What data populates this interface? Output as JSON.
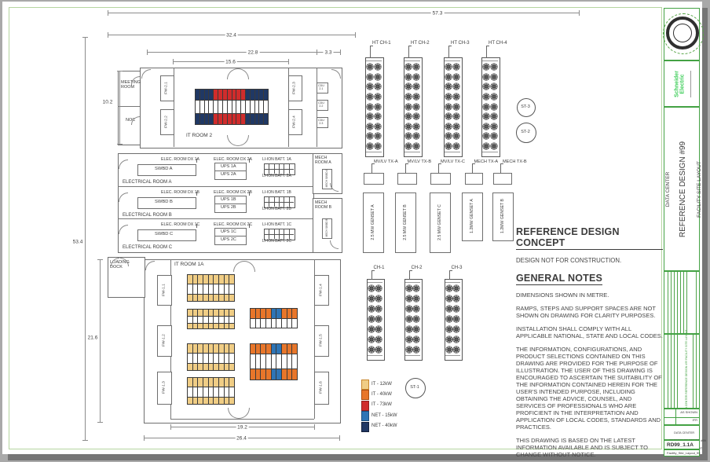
{
  "colors": {
    "sheet_border_green": "#b5d5a0",
    "titleblock_green": "#44a244",
    "brand_green": "#3dcd58",
    "wall_grey": "#6e6e6e",
    "rack_tan": "#f0cd85",
    "rack_orange": "#e8762a",
    "rack_red": "#d02c2c",
    "rack_blue": "#2e75b6",
    "rack_navy": "#203864",
    "rack_white": "#ffffff"
  },
  "title_block": {
    "brand_line1": "Schneider",
    "brand_line2": "Electric",
    "project": "DATA CENTER",
    "title": "REFERENCE DESIGN #99",
    "subtitle": "FACILITY SITE LAYOUT",
    "scale_value": "AS SHOWN",
    "status_value": "IFR",
    "doc_number": "RD99_1.1A",
    "file_name": "Facility_Site_Layout_99"
  },
  "notes": {
    "heading1": "REFERENCE DESIGN CONCEPT",
    "sub1": "DESIGN NOT FOR CONSTRUCTION.",
    "heading2": "GENERAL NOTES",
    "paragraphs": [
      "DIMENSIONS SHOWN IN METRE.",
      "RAMPS, STEPS AND SUPPORT SPACES ARE NOT SHOWN ON DRAWING FOR CLARITY PURPOSES.",
      "INSTALLATION SHALL COMPLY WITH ALL APPLICABLE NATIONAL, STATE AND LOCAL CODES.",
      "THE INFORMATION, CONFIGURATIONS, AND PRODUCT SELECTIONS CONTAINED ON THIS DRAWING ARE PROVIDED FOR THE PURPOSE OF ILLUSTRATION. THE USER OF THIS DRAWING IS ENCOURAGED TO ASCERTAIN THE SUITABILITY OF THE INFORMATION CONTAINED HEREIN FOR THE USER'S INTENDED PURPOSE, INCLUDING OBTAINING THE ADVICE, COUNSEL, AND SERVICES OF PROFESSIONALS WHO ARE PROFICIENT IN THE INTERPRETATION AND APPLICATION OF LOCAL CODES, STANDARDS AND PRACTICES.",
      "THIS DRAWING IS BASED ON THE LATEST INFORMATION AVAILABLE AND IS SUBJECT TO CHANGE WITHOUT NOTICE."
    ]
  },
  "legend": {
    "items": [
      {
        "label": "IT - 12kW",
        "fill": "#f0cd85",
        "border": "#c9872d"
      },
      {
        "label": "IT - 40kW",
        "fill": "#e8762a",
        "border": "#a84e12"
      },
      {
        "label": "IT - 73kW",
        "fill": "#d02c2c",
        "border": "#8e1f1f"
      },
      {
        "label": "NET - 15kW",
        "fill": "#2e75b6",
        "border": "#1d4e7c"
      },
      {
        "label": "NET - 40kW",
        "fill": "#203864",
        "border": "#131f3a"
      }
    ]
  },
  "plan": {
    "meeting_room": "MEETING\nROOM",
    "noc": "NOC",
    "it_room_2": "IT ROOM 2",
    "it_room_1a": "IT ROOM 1A",
    "loading_dock": "LOADING\nDOCK",
    "fw_upper": [
      "FW-2.1",
      "FW-2.2",
      "FW-2.3",
      "FW-2.4"
    ],
    "fw_lower": [
      "FW-1.1",
      "FW-1.2",
      "FW-1.3",
      "FW-1.4",
      "FW-1.5",
      "FW-1.6"
    ],
    "cdus": [
      "CDU\n2.1",
      "CDU\n2.2",
      "CDU\n2.3"
    ],
    "electrical_rooms": [
      {
        "name": "ELECTRICAL ROOM A",
        "dx1": "ELEC. ROOM DX 1A",
        "dx2": "ELEC. ROOM DX 2A",
        "swbd": "SWBD A",
        "ups1": "UPS 1A",
        "ups2": "UPS 2A",
        "batt1": "LI-ION BATT. 1A",
        "batt2": "LI-ION BATT. 2A"
      },
      {
        "name": "ELECTRICAL ROOM B",
        "dx1": "ELEC. ROOM DX 1B",
        "dx2": "ELEC. ROOM DX 2B",
        "swbd": "SWBD B",
        "ups1": "UPS 1B",
        "ups2": "UPS 2B",
        "batt1": "LI-ION BATT. 1B",
        "batt2": "LI-ION BATT. 2B"
      },
      {
        "name": "ELECTRICAL ROOM C",
        "dx1": "ELEC. ROOM DX 1C",
        "dx2": "ELEC. ROOM DX 2C",
        "swbd": "SWBD C",
        "ups1": "UPS 1C",
        "ups2": "UPS 2C",
        "batt1": "LI-ION BATT. 1C",
        "batt2": "LI-ION BATT. 2C"
      }
    ],
    "mech_rooms": [
      {
        "name": "MECH\nROOM A",
        "swbd": "MECH SWBD A"
      },
      {
        "name": "MECH\nROOM B",
        "swbd": "MECH SWBD B"
      }
    ],
    "dimensions": {
      "overall_width": "57.3",
      "upper_wing_width": "32.4",
      "hall_width": "22.8",
      "cdu_bay": "3.3",
      "it_room2_width": "15.6",
      "annex_height": "10.2",
      "overall_height": "53.4",
      "lower_height": "21.6",
      "it_room1a_width": "19.2",
      "lower_width": "26.4"
    }
  },
  "equipment": {
    "chillers_upper": [
      "HT CH-1",
      "HT CH-2",
      "HT CH-3",
      "HT CH-4"
    ],
    "chillers_lower": [
      "CH-1",
      "CH-2",
      "CH-3"
    ],
    "tanks": [
      "ST-3",
      "ST-2",
      "ST-1"
    ],
    "transformers": [
      "MV/LV TX-A",
      "MV/LV TX-B",
      "MV/LV TX-C",
      "MECH TX-A",
      "MECH TX-B"
    ],
    "gensets": [
      "2.5 MW GENSET A",
      "2.5 MW GENSET B",
      "2.5 MW GENSET C",
      "1.2MW GENSET A",
      "1.2MW GENSET B"
    ]
  },
  "racks": {
    "it_room_2_block": {
      "top": "nnnnrrrrrrrnnnnn",
      "mid": "wwwwwwwwwwwwwwww",
      "bot": "nnnnrrrrrrrnnnnn"
    },
    "tan_block": {
      "top": "ttttttttt",
      "mid": "wwwwwwwww",
      "bot": "ttttttttt"
    },
    "orange_single": {
      "top": "oooobbooo",
      "mid": "wwwwwwwww"
    },
    "orange_double": {
      "top": "oooobbooo",
      "mid": "wwwwwwwww",
      "bot": "oooobbooo"
    }
  }
}
